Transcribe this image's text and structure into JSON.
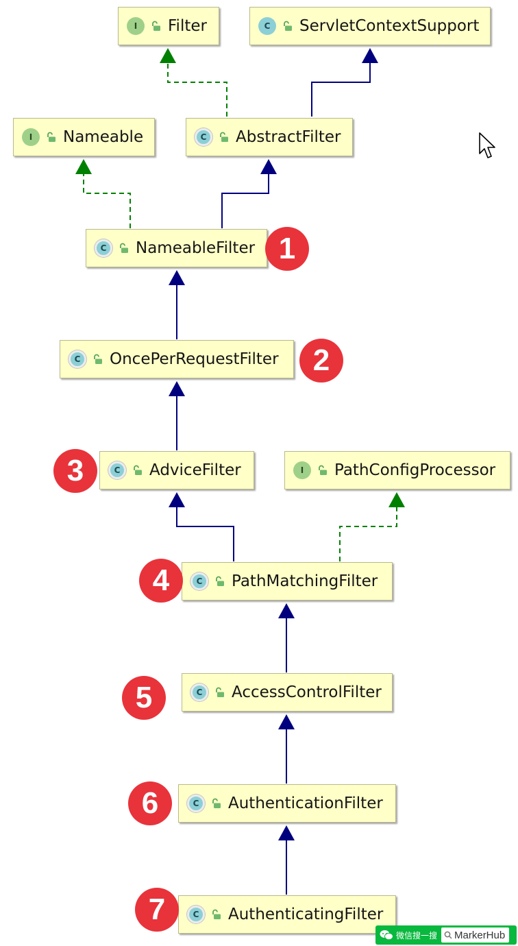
{
  "diagram": {
    "nodes": [
      {
        "id": "filter",
        "name": "Filter",
        "kind": "I"
      },
      {
        "id": "servletcontextsupport",
        "name": "ServletContextSupport",
        "kind": "C"
      },
      {
        "id": "nameable",
        "name": "Nameable",
        "kind": "I"
      },
      {
        "id": "abstractfilter",
        "name": "AbstractFilter",
        "kind": "C"
      },
      {
        "id": "nameablefilter",
        "name": "NameableFilter",
        "kind": "C"
      },
      {
        "id": "onceperrequestfilter",
        "name": "OncePerRequestFilter",
        "kind": "C"
      },
      {
        "id": "advicefilter",
        "name": "AdviceFilter",
        "kind": "C"
      },
      {
        "id": "pathconfigprocessor",
        "name": "PathConfigProcessor",
        "kind": "I"
      },
      {
        "id": "pathmatchingfilter",
        "name": "PathMatchingFilter",
        "kind": "C"
      },
      {
        "id": "accesscontrolfilter",
        "name": "AccessControlFilter",
        "kind": "C"
      },
      {
        "id": "authenticationfilter",
        "name": "AuthenticationFilter",
        "kind": "C"
      },
      {
        "id": "authenticatingfilter",
        "name": "AuthenticatingFilter",
        "kind": "C"
      }
    ],
    "badges": [
      "1",
      "2",
      "3",
      "4",
      "5",
      "6",
      "7"
    ],
    "colors": {
      "extends": "#00007f",
      "implements": "#008000",
      "node_fill": "#ffffc8",
      "badge": "#e8333b"
    }
  },
  "watermark": {
    "wechat_search": "微信搜一搜",
    "account": "MarkerHub"
  }
}
